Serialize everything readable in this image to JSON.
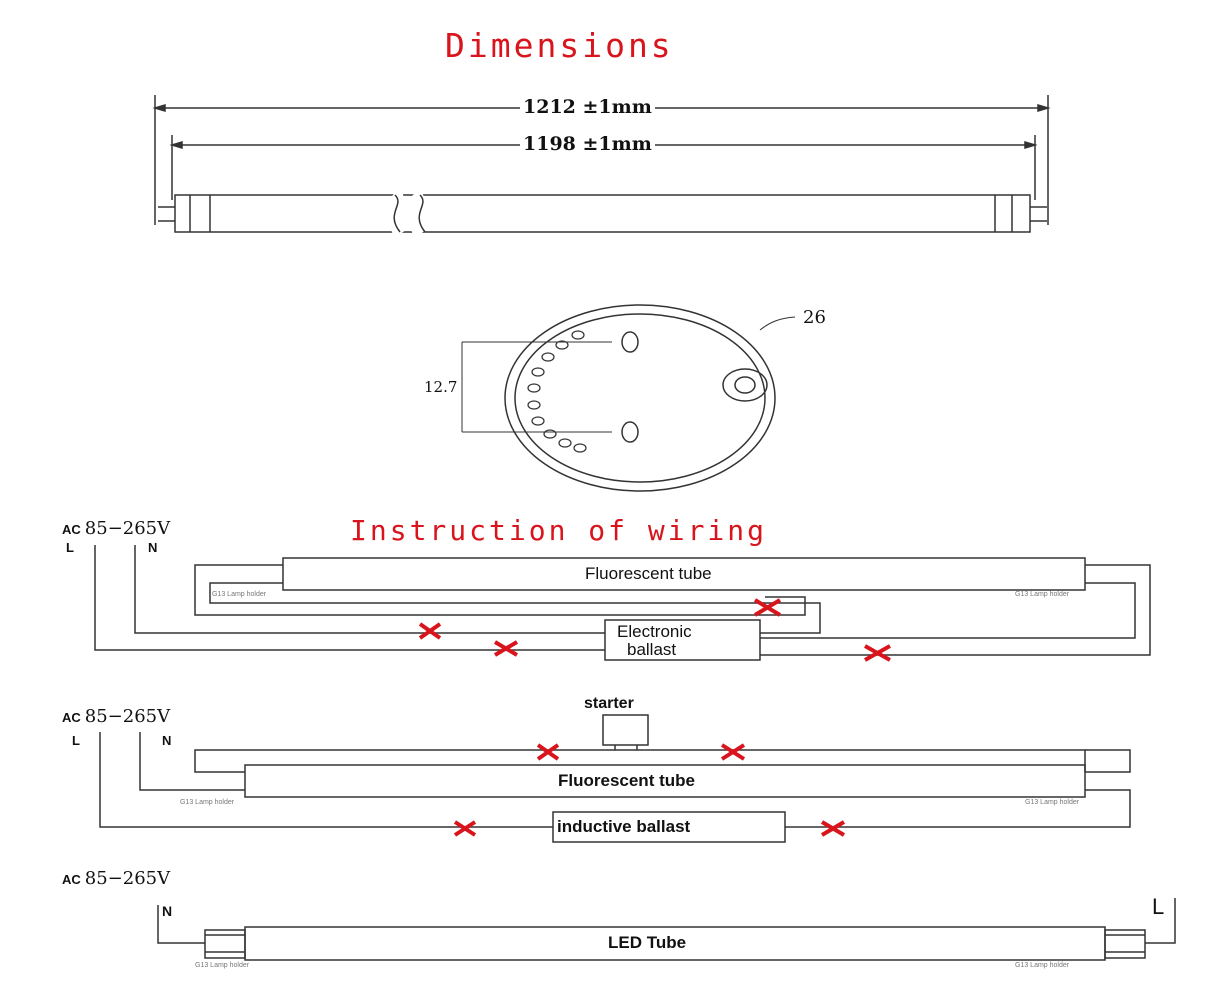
{
  "titles": {
    "dimensions": "Dimensions",
    "wiring": "Instruction of wiring"
  },
  "dimensions": {
    "overall": "1212 ±1mm",
    "body": "1198 ±1mm",
    "diameter_label": "26",
    "pin_spacing": "12.7"
  },
  "supply": {
    "ac": "AC",
    "voltage": "85−265V",
    "live": "L",
    "neutral": "N"
  },
  "diagram1": {
    "tube": "Fluorescent tube",
    "ballast_line1": "Electronic",
    "ballast_line2": "ballast",
    "holder": "G13 Lamp holder"
  },
  "diagram2": {
    "starter": "starter",
    "tube": "Fluorescent tube",
    "ballast": "inductive ballast",
    "holder": "G13 Lamp holder"
  },
  "diagram3": {
    "tube": "LED Tube",
    "holder": "G13 Lamp holder"
  },
  "colors": {
    "red": "#d8141c",
    "line": "#333333"
  }
}
